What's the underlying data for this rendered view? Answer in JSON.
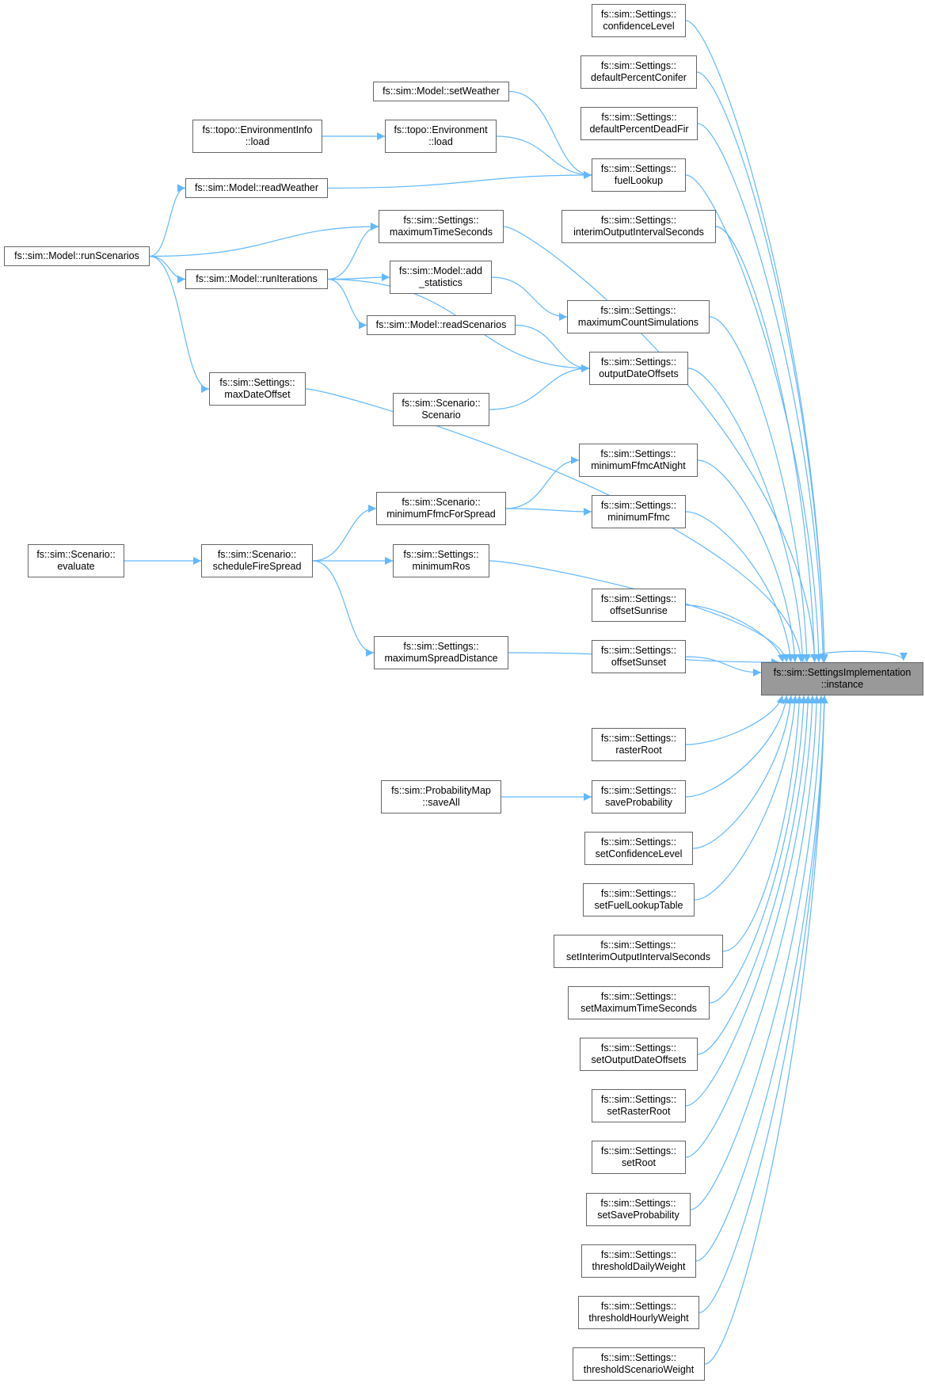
{
  "colors": {
    "edge": "#63b8ff",
    "node_border": "#666666",
    "root_fill": "#999999",
    "background": "#ffffff"
  },
  "root": {
    "id": "root",
    "line1": "fs::sim::SettingsImplementation",
    "line2": "::instance"
  },
  "nodes": [
    {
      "id": "confidenceLevel",
      "line1": "fs::sim::Settings::",
      "line2": "confidenceLevel"
    },
    {
      "id": "defaultPercentConifer",
      "line1": "fs::sim::Settings::",
      "line2": "defaultPercentConifer"
    },
    {
      "id": "defaultPercentDeadFir",
      "line1": "fs::sim::Settings::",
      "line2": "defaultPercentDeadFir"
    },
    {
      "id": "setWeather",
      "line1": "fs::sim::Model::setWeather",
      "line2": ""
    },
    {
      "id": "envInfoLoad",
      "line1": "fs::topo::EnvironmentInfo",
      "line2": "::load"
    },
    {
      "id": "envLoad",
      "line1": "fs::topo::Environment",
      "line2": "::load"
    },
    {
      "id": "fuelLookup",
      "line1": "fs::sim::Settings::",
      "line2": "fuelLookup"
    },
    {
      "id": "readWeather",
      "line1": "fs::sim::Model::readWeather",
      "line2": ""
    },
    {
      "id": "maximumTimeSeconds",
      "line1": "fs::sim::Settings::",
      "line2": "maximumTimeSeconds"
    },
    {
      "id": "interimOutputIntervalSeconds",
      "line1": "fs::sim::Settings::",
      "line2": "interimOutputIntervalSeconds"
    },
    {
      "id": "runScenarios",
      "line1": "fs::sim::Model::runScenarios",
      "line2": ""
    },
    {
      "id": "runIterations",
      "line1": "fs::sim::Model::runIterations",
      "line2": ""
    },
    {
      "id": "addStatistics",
      "line1": "fs::sim::Model::add",
      "line2": "_statistics"
    },
    {
      "id": "maximumCountSimulations",
      "line1": "fs::sim::Settings::",
      "line2": "maximumCountSimulations"
    },
    {
      "id": "readScenarios",
      "line1": "fs::sim::Model::readScenarios",
      "line2": ""
    },
    {
      "id": "outputDateOffsets",
      "line1": "fs::sim::Settings::",
      "line2": "outputDateOffsets"
    },
    {
      "id": "maxDateOffset",
      "line1": "fs::sim::Settings::",
      "line2": "maxDateOffset"
    },
    {
      "id": "scenarioCtor",
      "line1": "fs::sim::Scenario::",
      "line2": "Scenario"
    },
    {
      "id": "minimumFfmcAtNight",
      "line1": "fs::sim::Settings::",
      "line2": "minimumFfmcAtNight"
    },
    {
      "id": "minimumFfmcForSpread",
      "line1": "fs::sim::Scenario::",
      "line2": "minimumFfmcForSpread"
    },
    {
      "id": "minimumFfmc",
      "line1": "fs::sim::Settings::",
      "line2": "minimumFfmc"
    },
    {
      "id": "evaluate",
      "line1": "fs::sim::Scenario::",
      "line2": "evaluate"
    },
    {
      "id": "scheduleFireSpread",
      "line1": "fs::sim::Scenario::",
      "line2": "scheduleFireSpread"
    },
    {
      "id": "minimumRos",
      "line1": "fs::sim::Settings::",
      "line2": "minimumRos"
    },
    {
      "id": "offsetSunrise",
      "line1": "fs::sim::Settings::",
      "line2": "offsetSunrise"
    },
    {
      "id": "offsetSunset",
      "line1": "fs::sim::Settings::",
      "line2": "offsetSunset"
    },
    {
      "id": "maximumSpreadDistance",
      "line1": "fs::sim::Settings::",
      "line2": "maximumSpreadDistance"
    },
    {
      "id": "rasterRoot",
      "line1": "fs::sim::Settings::",
      "line2": "rasterRoot"
    },
    {
      "id": "probSaveAll",
      "line1": "fs::sim::ProbabilityMap",
      "line2": "::saveAll"
    },
    {
      "id": "saveProbability",
      "line1": "fs::sim::Settings::",
      "line2": "saveProbability"
    },
    {
      "id": "setConfidenceLevel",
      "line1": "fs::sim::Settings::",
      "line2": "setConfidenceLevel"
    },
    {
      "id": "setFuelLookupTable",
      "line1": "fs::sim::Settings::",
      "line2": "setFuelLookupTable"
    },
    {
      "id": "setInterimOutputIntervalSeconds",
      "line1": "fs::sim::Settings::",
      "line2": "setInterimOutputIntervalSeconds"
    },
    {
      "id": "setMaximumTimeSeconds",
      "line1": "fs::sim::Settings::",
      "line2": "setMaximumTimeSeconds"
    },
    {
      "id": "setOutputDateOffsets",
      "line1": "fs::sim::Settings::",
      "line2": "setOutputDateOffsets"
    },
    {
      "id": "setRasterRoot",
      "line1": "fs::sim::Settings::",
      "line2": "setRasterRoot"
    },
    {
      "id": "setRoot",
      "line1": "fs::sim::Settings::",
      "line2": "setRoot"
    },
    {
      "id": "setSaveProbability",
      "line1": "fs::sim::Settings::",
      "line2": "setSaveProbability"
    },
    {
      "id": "thresholdDailyWeight",
      "line1": "fs::sim::Settings::",
      "line2": "thresholdDailyWeight"
    },
    {
      "id": "thresholdHourlyWeight",
      "line1": "fs::sim::Settings::",
      "line2": "thresholdHourlyWeight"
    },
    {
      "id": "thresholdScenarioWeight",
      "line1": "fs::sim::Settings::",
      "line2": "thresholdScenarioWeight"
    }
  ],
  "edges": [
    [
      "root",
      "root"
    ],
    [
      "confidenceLevel",
      "root"
    ],
    [
      "defaultPercentConifer",
      "root"
    ],
    [
      "defaultPercentDeadFir",
      "root"
    ],
    [
      "fuelLookup",
      "root"
    ],
    [
      "interimOutputIntervalSeconds",
      "root"
    ],
    [
      "maximumTimeSeconds",
      "root"
    ],
    [
      "maximumCountSimulations",
      "root"
    ],
    [
      "outputDateOffsets",
      "root"
    ],
    [
      "maxDateOffset",
      "root"
    ],
    [
      "minimumFfmcAtNight",
      "root"
    ],
    [
      "minimumFfmc",
      "root"
    ],
    [
      "minimumRos",
      "root"
    ],
    [
      "offsetSunrise",
      "root"
    ],
    [
      "offsetSunset",
      "root"
    ],
    [
      "maximumSpreadDistance",
      "root"
    ],
    [
      "rasterRoot",
      "root"
    ],
    [
      "saveProbability",
      "root"
    ],
    [
      "setConfidenceLevel",
      "root"
    ],
    [
      "setFuelLookupTable",
      "root"
    ],
    [
      "setInterimOutputIntervalSeconds",
      "root"
    ],
    [
      "setMaximumTimeSeconds",
      "root"
    ],
    [
      "setOutputDateOffsets",
      "root"
    ],
    [
      "setRasterRoot",
      "root"
    ],
    [
      "setRoot",
      "root"
    ],
    [
      "setSaveProbability",
      "root"
    ],
    [
      "thresholdDailyWeight",
      "root"
    ],
    [
      "thresholdHourlyWeight",
      "root"
    ],
    [
      "thresholdScenarioWeight",
      "root"
    ],
    [
      "setWeather",
      "fuelLookup"
    ],
    [
      "envLoad",
      "fuelLookup"
    ],
    [
      "readWeather",
      "fuelLookup"
    ],
    [
      "envInfoLoad",
      "envLoad"
    ],
    [
      "runScenarios",
      "readWeather"
    ],
    [
      "runScenarios",
      "maximumTimeSeconds"
    ],
    [
      "runIterations",
      "maximumTimeSeconds"
    ],
    [
      "runScenarios",
      "runIterations"
    ],
    [
      "runScenarios",
      "maxDateOffset"
    ],
    [
      "runIterations",
      "addStatistics"
    ],
    [
      "addStatistics",
      "maximumCountSimulations"
    ],
    [
      "runIterations",
      "readScenarios"
    ],
    [
      "readScenarios",
      "outputDateOffsets"
    ],
    [
      "runIterations",
      "outputDateOffsets"
    ],
    [
      "scenarioCtor",
      "outputDateOffsets"
    ],
    [
      "minimumFfmcForSpread",
      "minimumFfmcAtNight"
    ],
    [
      "minimumFfmcForSpread",
      "minimumFfmc"
    ],
    [
      "scheduleFireSpread",
      "minimumFfmcForSpread"
    ],
    [
      "scheduleFireSpread",
      "minimumRos"
    ],
    [
      "scheduleFireSpread",
      "maximumSpreadDistance"
    ],
    [
      "evaluate",
      "scheduleFireSpread"
    ],
    [
      "probSaveAll",
      "saveProbability"
    ]
  ]
}
